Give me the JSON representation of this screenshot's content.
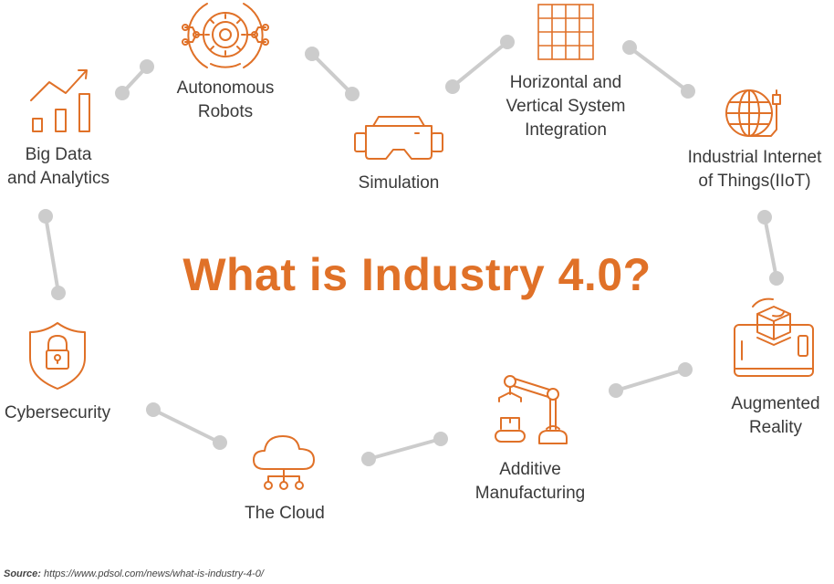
{
  "title": "What is Industry 4.0?",
  "colors": {
    "accent": "#e07128",
    "connector": "#cccccc",
    "label": "#3a3a3a"
  },
  "nodes": [
    {
      "id": "big-data",
      "line1": "Big Data",
      "line2": "and Analytics",
      "icon": "bar-chart-trend-icon"
    },
    {
      "id": "robots",
      "line1": "Autonomous",
      "line2": "Robots",
      "icon": "robot-gear-icon"
    },
    {
      "id": "simulation",
      "line1": "Simulation",
      "line2": "",
      "icon": "vr-headset-icon"
    },
    {
      "id": "integration",
      "line1": "Horizontal and",
      "line2": "Vertical System",
      "line3": "Integration",
      "icon": "grid-icon"
    },
    {
      "id": "iiot",
      "line1": "Industrial Internet",
      "line2": "of Things(IIoT)",
      "icon": "globe-plug-icon"
    },
    {
      "id": "ar",
      "line1": "Augmented",
      "line2": "Reality",
      "icon": "tablet-cube-icon"
    },
    {
      "id": "additive",
      "line1": "Additive",
      "line2": "Manufacturing",
      "icon": "robotic-arm-icon"
    },
    {
      "id": "cloud",
      "line1": "The Cloud",
      "line2": "",
      "icon": "cloud-network-icon"
    },
    {
      "id": "cyber",
      "line1": "Cybersecurity",
      "line2": "",
      "icon": "shield-lock-icon"
    }
  ],
  "source": {
    "label": "Source:",
    "url": "https://www.pdsol.com/news/what-is-industry-4-0/"
  }
}
